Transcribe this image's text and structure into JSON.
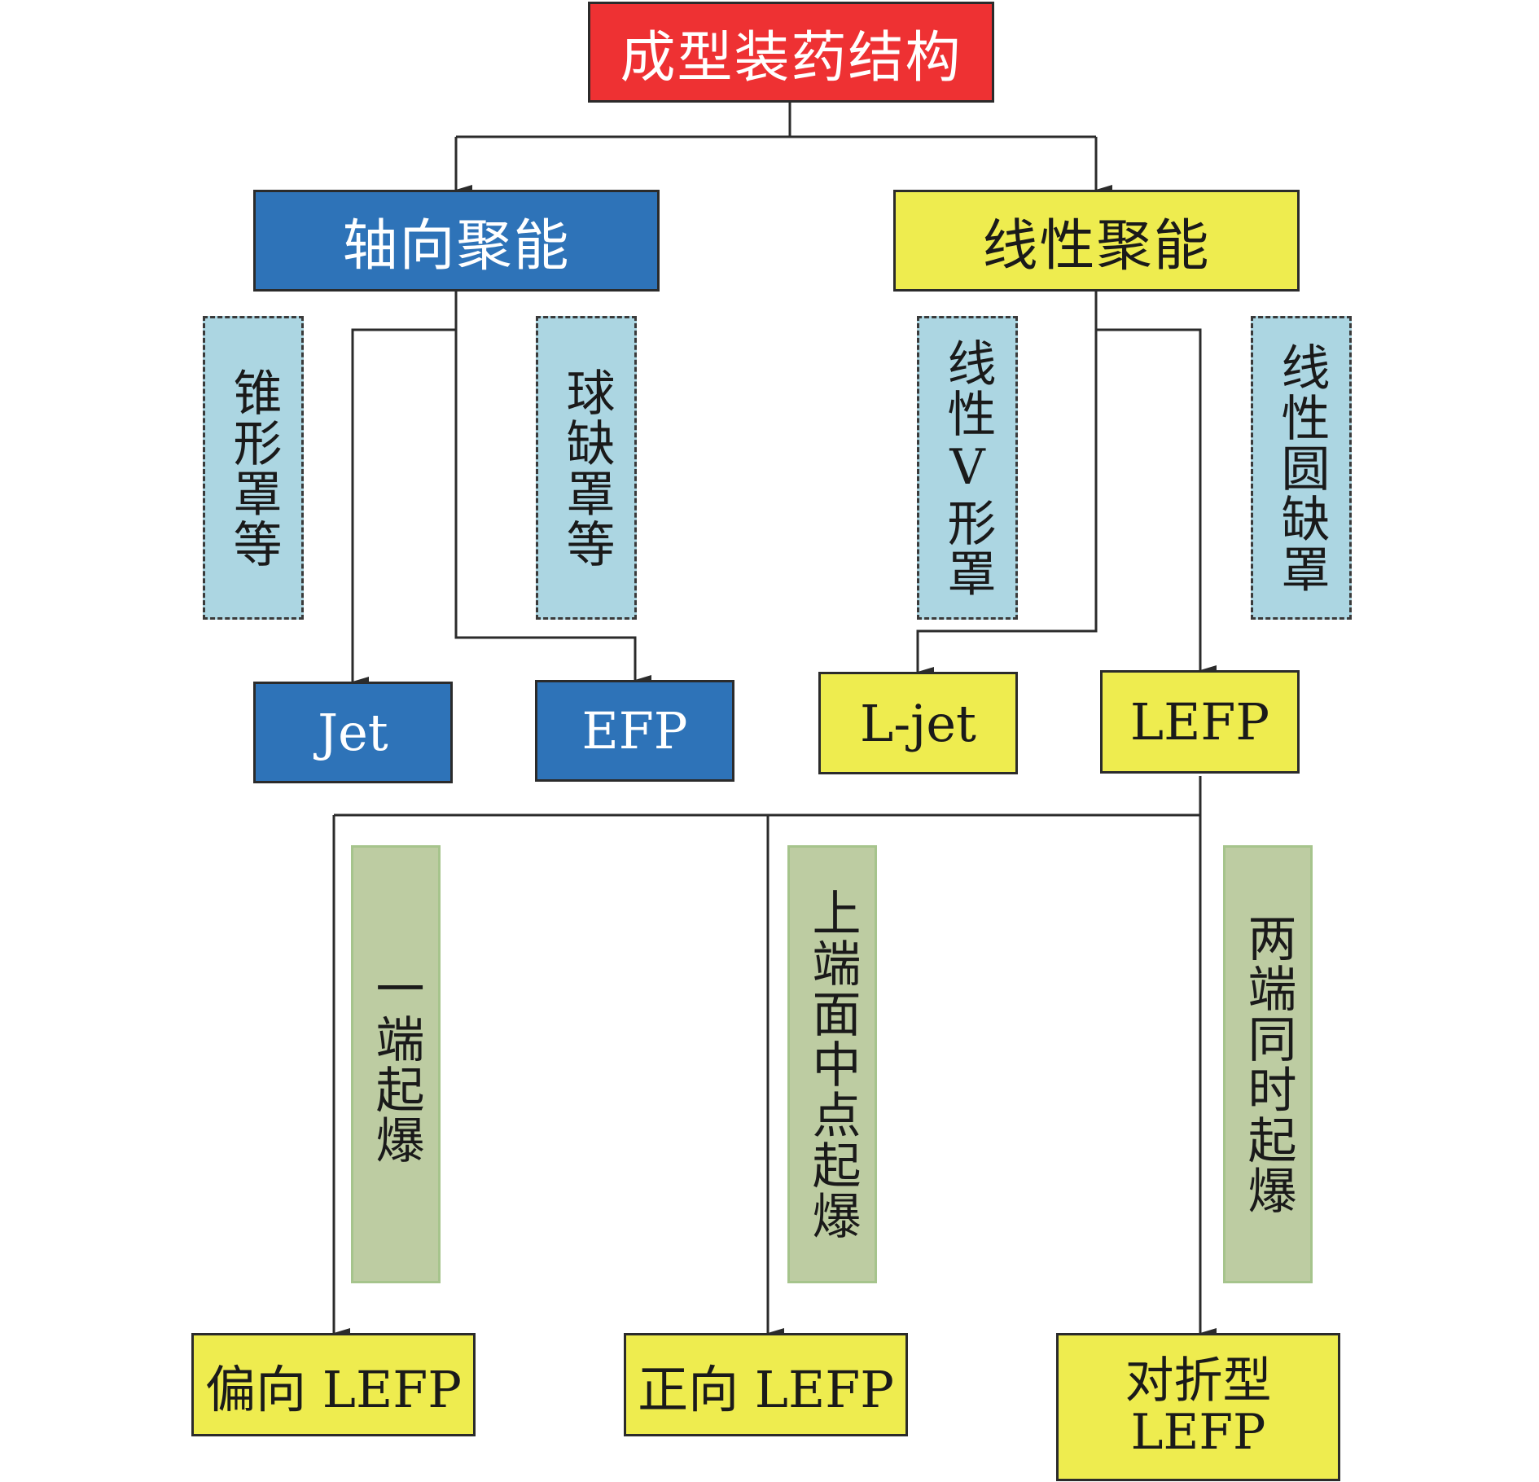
{
  "root": {
    "label": "成型装药结构"
  },
  "axial": {
    "label": "轴向聚能",
    "note_conical": "锥形罩等",
    "note_spherical": "球缺罩等",
    "jet": "Jet",
    "efp": "EFP"
  },
  "linear": {
    "label": "线性聚能",
    "note_v": "线性V形罩",
    "note_arc": "线性圆缺罩",
    "ljet": "L-jet",
    "lefp": "LEFP"
  },
  "initiation": {
    "one_end": "一端起爆",
    "top_center": "上端面中点起爆",
    "both_ends": "两端同时起爆"
  },
  "results": {
    "oblique": "偏向 LEFP",
    "forward": "正向 LEFP",
    "folded": "对折型\nLEFP"
  },
  "colors": {
    "root_fill": "#ee3133",
    "axial_fill": "#2e73b8",
    "linear_fill": "#eeec4f",
    "note_fill": "#acd6e2",
    "initiation_fill": "#bdcca2",
    "line": "#2b2b2b"
  }
}
